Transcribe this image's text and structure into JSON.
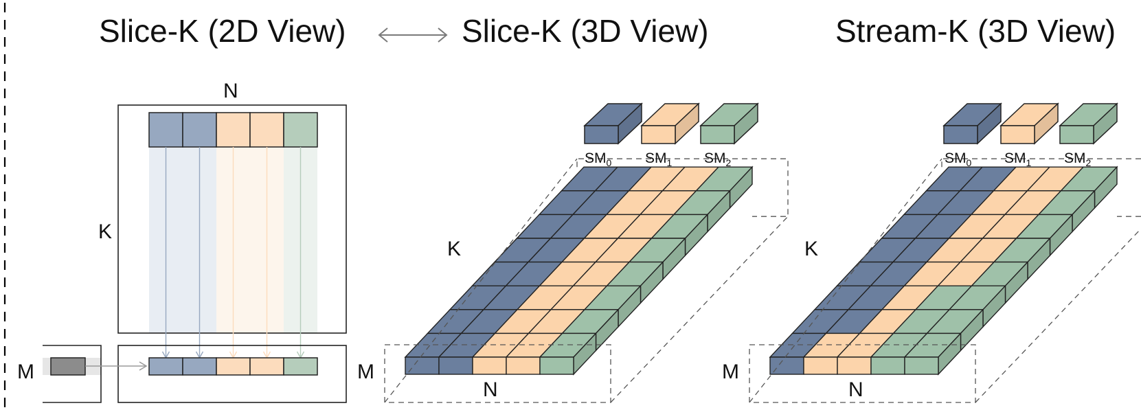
{
  "titles": {
    "slice_2d": "Slice-K (2D View)",
    "slice_3d": "Slice-K (3D View)",
    "stream_3d": "Stream-K (3D View)"
  },
  "axis_labels": {
    "n": "N",
    "k": "K",
    "m": "M"
  },
  "sm_legend": [
    {
      "base": "SM",
      "sub": "0",
      "color": "#6b7f9e",
      "light": "#97a8c0",
      "pale": "#e8edf3"
    },
    {
      "base": "SM",
      "sub": "1",
      "color": "#fcd4ab",
      "light": "#fcdcbd",
      "pale": "#fdf5ec"
    },
    {
      "base": "SM",
      "sub": "2",
      "color": "#9fc1a9",
      "light": "#b5cdbb",
      "pale": "#ecf2ee"
    }
  ],
  "colors": {
    "sm0": "#6b7f9e",
    "sm1": "#fcd4ab",
    "sm2": "#9fc1a9",
    "a_tile": "#8c8c8c",
    "arrow": "#9a9a9a"
  },
  "slice_k_assignment": [
    0,
    0,
    1,
    1,
    2
  ],
  "stream_k_assignment": [
    [
      0,
      1,
      1,
      2,
      2
    ],
    [
      0,
      0,
      1,
      2,
      2
    ],
    [
      0,
      0,
      1,
      2,
      2
    ],
    [
      0,
      0,
      1,
      1,
      2
    ],
    [
      0,
      0,
      1,
      1,
      2
    ],
    [
      0,
      0,
      1,
      1,
      2
    ],
    [
      0,
      0,
      1,
      1,
      2
    ],
    [
      0,
      0,
      1,
      1,
      2
    ]
  ]
}
